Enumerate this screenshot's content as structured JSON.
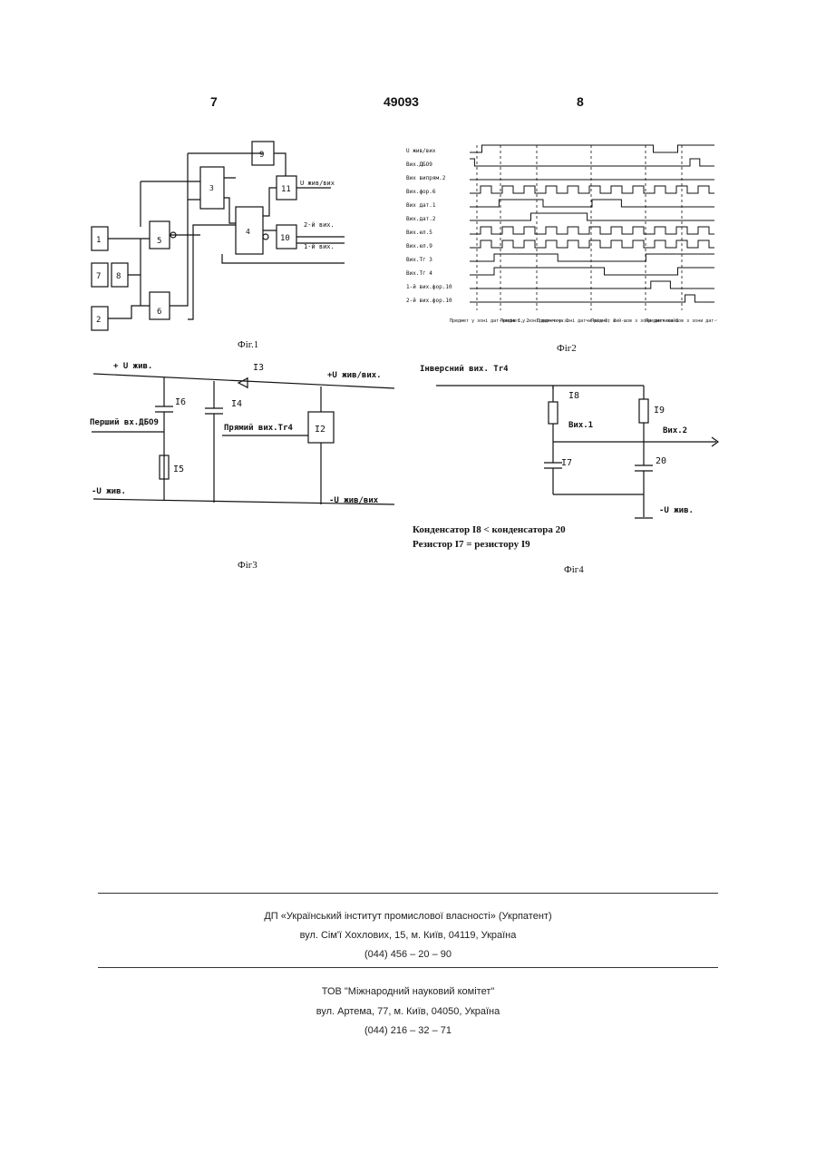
{
  "header": {
    "left_page": "7",
    "patent_number": "49093",
    "right_page": "8"
  },
  "fig1": {
    "caption": "Фіг.1",
    "blocks": [
      "1",
      "7",
      "8",
      "2",
      "5",
      "6",
      "9",
      "10",
      "11",
      "3",
      "4"
    ],
    "labels": {
      "out_top": "U жив/вих",
      "out_2": "2-й вих.",
      "out_1": "1-й вих."
    }
  },
  "fig2": {
    "caption": "Фіг2",
    "signals": [
      "U жив/вих",
      "Вих.ДБО9",
      "Вих випрям.2",
      "Вих.фор.6",
      "Вих дат.1",
      "Вих.дат.2",
      "Вих.ел.5",
      "Вих.ел.9",
      "Вих.Тг 3",
      "Вих.Тг 4",
      "1-й вих.фор.10",
      "2-й вих.фор.10"
    ],
    "zones": [
      "Предмет у зоні дат-чиків 1, 2",
      "Предмет у зоні дат-чика 1",
      "Предмет у зоні датчи-ків 1, 2",
      "Предмет вий-шов з зони датчика 1",
      "Предмет вийшов з зони дат-чиків 1,2"
    ]
  },
  "fig3": {
    "caption": "Фіг3",
    "labels": {
      "plus_supply": "+ U жив.",
      "plus_out": "+U жив/вих.",
      "inverse_in": "Перший вх.ДБО9",
      "direct_in": "Прямий вих.Tr4",
      "minus_supply": "-U жив.",
      "minus_out": "-U жив/вих"
    },
    "parts": [
      "I3",
      "I6",
      "I4",
      "I2",
      "I5"
    ]
  },
  "fig4": {
    "caption": "Фіг4",
    "labels": {
      "inverse_out": "Інверсний вих. Tr4",
      "out1": "Вих.1",
      "out2": "Вих.2",
      "minus_supply": "-U жив."
    },
    "parts": [
      "I8",
      "I9",
      "I7",
      "20"
    ],
    "notes": [
      "Конденсатор I8 < конденсатора 20",
      "Резистор I7 = резистору I9"
    ]
  },
  "footer": {
    "org1_name": "ДП «Український інститут промислової власності» (Укрпатент)",
    "org1_address": "вул. Сім'ї Хохлових, 15, м. Київ, 04119, Україна",
    "org1_phone": "(044) 456 – 20 – 90",
    "org2_name": "ТОВ \"Міжнародний науковий комітет\"",
    "org2_address": "вул. Артема, 77, м. Київ, 04050, Україна",
    "org2_phone": "(044) 216 – 32 – 71"
  }
}
